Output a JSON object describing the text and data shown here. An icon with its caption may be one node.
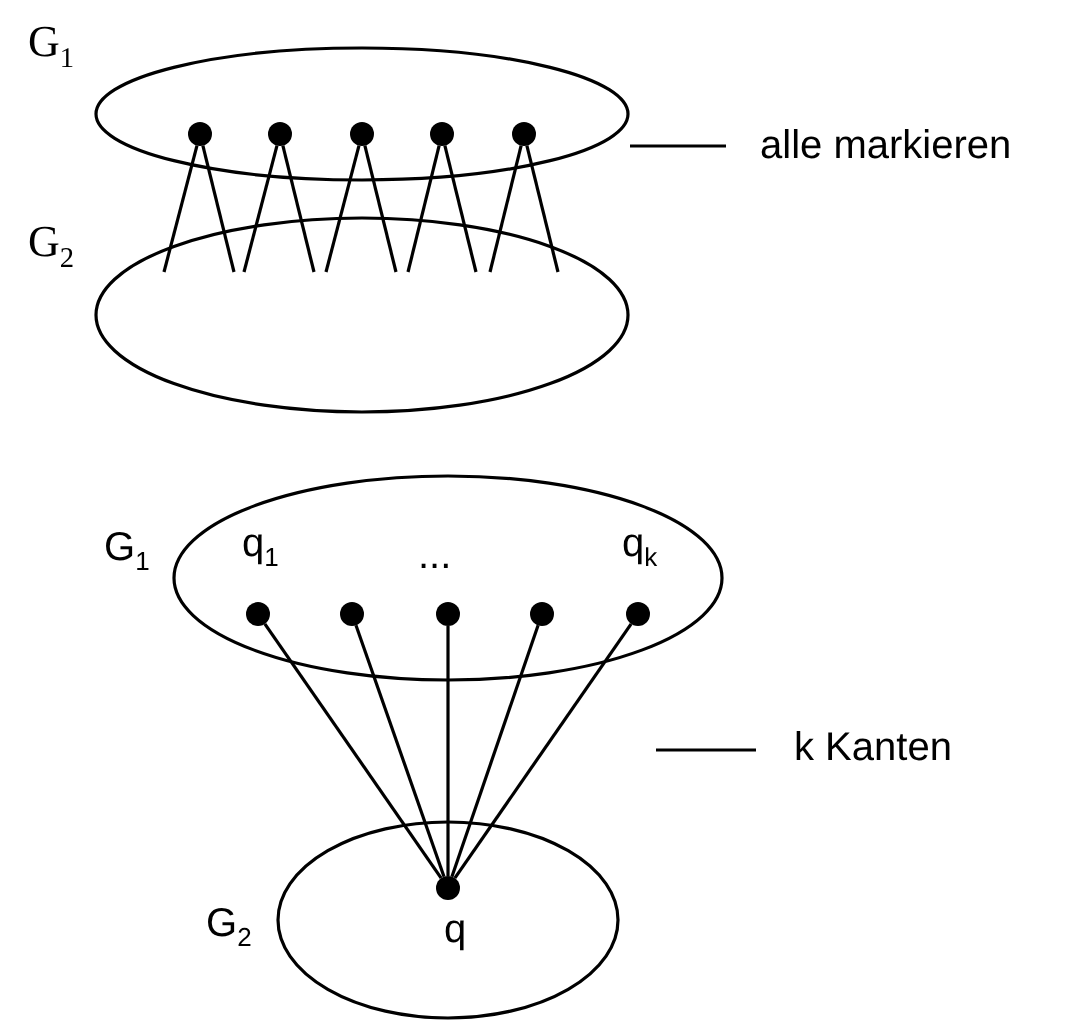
{
  "diagram": {
    "nodes": [
      {
        "text": [
          "G$_{1}$"
        ]
      },
      {
        "text": [],
        "shape": "circle",
        "in": 0
      },
      {
        "text": [],
        "shape": "circle",
        "in": 0
      },
      {
        "text": [],
        "shape": "circle",
        "in": 0
      },
      {
        "text": [],
        "shape": "circle",
        "in": 0
      },
      {
        "text": [],
        "shape": "circle",
        "in": 0
      },
      {
        "text": [
          "G$_{2}$"
        ]
      },
      {
        "text": [
          "G$_{1}$"
        ]
      },
      {
        "text": [],
        "shape": "circle",
        "in": 7,
        "beside": [
          "q$_{1}$"
        ]
      },
      {
        "text": [],
        "shape": "circle",
        "in": 7
      },
      {
        "text": [],
        "shape": "circle",
        "in": 7,
        "beside": [
          "..."
        ]
      },
      {
        "text": [],
        "shape": "circle",
        "in": 7
      },
      {
        "text": [],
        "shape": "circle",
        "in": 7,
        "beside": [
          "q$_{k}$"
        ]
      },
      {
        "text": [
          "G$_{2}$"
        ]
      },
      {
        "text": [],
        "shape": "circle",
        "in": 13,
        "beside": [
          "q"
        ]
      }
    ],
    "edges": [
      {
        "from": 1,
        "to": 6,
        "arrow": "none"
      },
      {
        "from": 1,
        "to": 6,
        "arrow": "none"
      },
      {
        "from": 2,
        "to": 6,
        "arrow": "none"
      },
      {
        "from": 2,
        "to": 6,
        "arrow": "none"
      },
      {
        "from": 3,
        "to": 6,
        "arrow": "none"
      },
      {
        "from": 3,
        "to": 6,
        "arrow": "none"
      },
      {
        "from": 4,
        "to": 6,
        "arrow": "none"
      },
      {
        "from": 4,
        "to": 6,
        "arrow": "none"
      },
      {
        "from": 5,
        "to": 6,
        "arrow": "none"
      },
      {
        "from": 5,
        "to": 6,
        "arrow": "none"
      },
      {
        "from": 8,
        "to": 14,
        "arrow": "none"
      },
      {
        "from": 9,
        "to": 14,
        "arrow": "none"
      },
      {
        "from": 10,
        "to": 14,
        "arrow": "none"
      },
      {
        "from": 11,
        "to": 14,
        "arrow": "none"
      },
      {
        "from": 12,
        "to": 14,
        "arrow": "none"
      }
    ],
    "labels": [
      "alle markieren",
      "k Kanten"
    ]
  }
}
